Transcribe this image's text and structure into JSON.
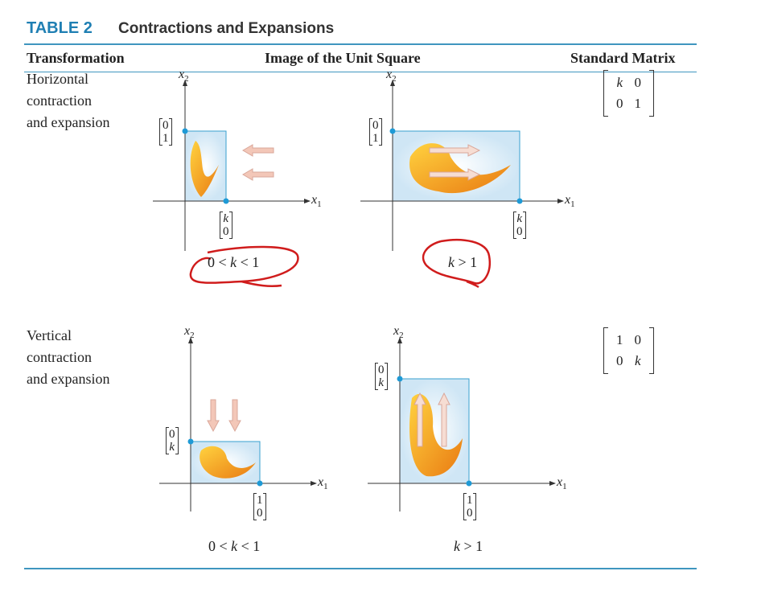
{
  "title": {
    "number": "TABLE 2",
    "text": "Contractions and Expansions"
  },
  "headers": {
    "transformation": "Transformation",
    "image": "Image of the Unit Square",
    "matrix": "Standard Matrix"
  },
  "rows": [
    {
      "label_lines": [
        "Horizontal",
        "contraction",
        "and expansion"
      ],
      "matrix": [
        [
          "k",
          "0"
        ],
        [
          "0",
          "1"
        ]
      ],
      "left": {
        "v_top": [
          "0",
          "1"
        ],
        "v_bottom": [
          "k",
          "0"
        ],
        "caption": "0 < k < 1"
      },
      "right": {
        "v_top": [
          "0",
          "1"
        ],
        "v_bottom": [
          "k",
          "0"
        ],
        "caption": "k > 1"
      }
    },
    {
      "label_lines": [
        "Vertical",
        "contraction",
        "and expansion"
      ],
      "matrix": [
        [
          "1",
          "0"
        ],
        [
          "0",
          "k"
        ]
      ],
      "left": {
        "v_top": [
          "0",
          "k"
        ],
        "v_bottom": [
          "1",
          "0"
        ],
        "caption": "0 < k < 1"
      },
      "right": {
        "v_top": [
          "0",
          "k"
        ],
        "v_bottom": [
          "1",
          "0"
        ],
        "caption": "k > 1"
      }
    }
  ],
  "axes": {
    "base": "x",
    "sub1": "1",
    "sub2": "2"
  },
  "colors": {
    "accent": "#1f7fb3",
    "rule": "#3f96bf",
    "annotation": "#d01c1c",
    "fish": "#f5a623",
    "arrow": "#f3c7b8"
  }
}
